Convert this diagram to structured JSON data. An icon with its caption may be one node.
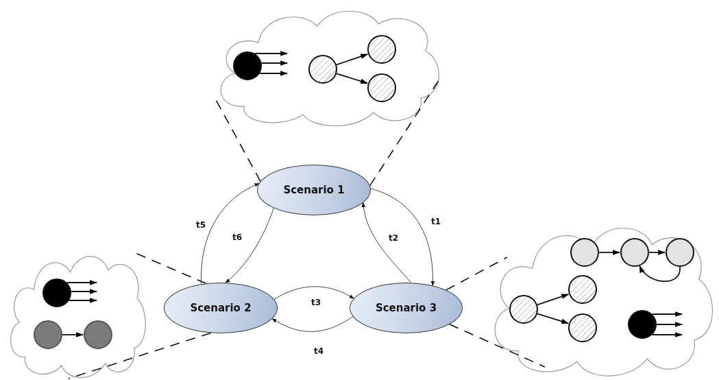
{
  "diagram": {
    "nodes": [
      {
        "text": [
          "Scenario 1"
        ]
      },
      {
        "text": [
          "Scenario 2"
        ]
      },
      {
        "text": [
          "Scenario 3"
        ]
      },
      {
        "text": [],
        "shape": "cloud"
      },
      {
        "text": [],
        "shape": "cloud"
      },
      {
        "text": [],
        "shape": "cloud"
      },
      {
        "text": [],
        "shape": "circle",
        "in": 3
      },
      {
        "text": [],
        "shape": "circle",
        "in": 3
      },
      {
        "text": [],
        "shape": "circle",
        "in": 3
      },
      {
        "text": [],
        "shape": "circle",
        "in": 3
      },
      {
        "text": [],
        "shape": "circle",
        "in": 4
      },
      {
        "text": [],
        "shape": "circle",
        "in": 4
      },
      {
        "text": [],
        "shape": "circle",
        "in": 4
      },
      {
        "text": [],
        "shape": "circle",
        "in": 5
      },
      {
        "text": [],
        "shape": "circle",
        "in": 5
      },
      {
        "text": [],
        "shape": "circle",
        "in": 5
      },
      {
        "text": [],
        "shape": "circle",
        "in": 5
      },
      {
        "text": [],
        "shape": "circle",
        "in": 5
      },
      {
        "text": [],
        "shape": "circle",
        "in": 5
      },
      {
        "text": [],
        "shape": "circle",
        "in": 5
      }
    ],
    "edges": [
      {
        "from": 0,
        "to": 2,
        "arrow": "to",
        "label": "t1"
      },
      {
        "from": 2,
        "to": 0,
        "arrow": "to",
        "label": "t2"
      },
      {
        "from": 1,
        "to": 2,
        "arrow": "to",
        "label": "t3"
      },
      {
        "from": 2,
        "to": 1,
        "arrow": "to",
        "label": "t4"
      },
      {
        "from": 1,
        "to": 0,
        "arrow": "to",
        "label": "t5"
      },
      {
        "from": 0,
        "to": 1,
        "arrow": "to",
        "label": "t6"
      },
      {
        "from": 0,
        "to": 3,
        "arrow": "none",
        "style": "dashed"
      },
      {
        "from": 0,
        "to": 3,
        "arrow": "none",
        "style": "dashed"
      },
      {
        "from": 1,
        "to": 4,
        "arrow": "none",
        "style": "dashed"
      },
      {
        "from": 1,
        "to": 4,
        "arrow": "none",
        "style": "dashed"
      },
      {
        "from": 2,
        "to": 5,
        "arrow": "none",
        "style": "dashed"
      },
      {
        "from": 2,
        "to": 5,
        "arrow": "none",
        "style": "dashed"
      },
      {
        "from": 6,
        "to": null,
        "arrow": "to"
      },
      {
        "from": 6,
        "to": null,
        "arrow": "to"
      },
      {
        "from": 6,
        "to": null,
        "arrow": "to"
      },
      {
        "from": 7,
        "to": 8,
        "arrow": "to"
      },
      {
        "from": 7,
        "to": 9,
        "arrow": "to"
      },
      {
        "from": 10,
        "to": null,
        "arrow": "to"
      },
      {
        "from": 10,
        "to": null,
        "arrow": "to"
      },
      {
        "from": 10,
        "to": null,
        "arrow": "to"
      },
      {
        "from": 11,
        "to": 12,
        "arrow": "to"
      },
      {
        "from": 13,
        "to": 14,
        "arrow": "to"
      },
      {
        "from": 14,
        "to": 15,
        "arrow": "to"
      },
      {
        "from": 15,
        "to": 14,
        "arrow": "to"
      },
      {
        "from": 16,
        "to": 17,
        "arrow": "to"
      },
      {
        "from": 16,
        "to": 18,
        "arrow": "to"
      },
      {
        "from": 19,
        "to": null,
        "arrow": "to"
      },
      {
        "from": 19,
        "to": null,
        "arrow": "to"
      },
      {
        "from": 19,
        "to": null,
        "arrow": "to"
      }
    ]
  }
}
